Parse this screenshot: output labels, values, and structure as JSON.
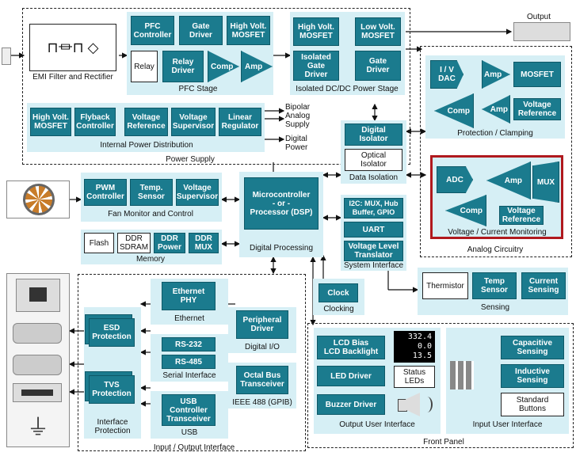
{
  "output_label": "Output",
  "emi": {
    "caption": "EMI Filter and Rectifier"
  },
  "pfc": {
    "controller": "PFC\nController",
    "gate_driver": "Gate\nDriver",
    "hv_mosfet": "High Volt.\nMOSFET",
    "relay": "Relay",
    "relay_driver": "Relay\nDriver",
    "comp": "Comp",
    "amp": "Amp",
    "caption": "PFC Stage"
  },
  "iso_dcdc": {
    "hv_mosfet": "High Volt.\nMOSFET",
    "lv_mosfet": "Low Volt.\nMOSFET",
    "iso_gate_driver": "Isolated\nGate\nDriver",
    "gate_driver": "Gate\nDriver",
    "caption": "Isolated DC/DC Power Stage"
  },
  "ipd": {
    "hv_mosfet": "High Volt.\nMOSFET",
    "flyback": "Flyback\nController",
    "vref": "Voltage\nReference",
    "vsup": "Voltage\nSupervisor",
    "linreg": "Linear\nRegulator",
    "caption": "Internal Power Distribution"
  },
  "power_supply_caption": "Power Supply",
  "bipolar_label": "Bipolar\nAnalog\nSupply",
  "digital_power_label": "Digital\nPower",
  "data_isolation": {
    "digital_isolator": "Digital\nIsolator",
    "optical_isolator": "Optical\nIsolator",
    "caption": "Data Isolation"
  },
  "protection": {
    "iv_dac": "I / V\nDAC",
    "amp": "Amp",
    "mosfet": "MOSFET",
    "comp": "Comp",
    "amp2": "Amp",
    "vref": "Voltage\nReference",
    "caption": "Protection / Clamping"
  },
  "monitoring": {
    "adc": "ADC",
    "amp": "Amp",
    "mux": "MUX",
    "comp": "Comp",
    "vref": "Voltage\nReference",
    "caption": "Voltage / Current Monitoring"
  },
  "analog_circuitry_caption": "Analog Circuitry",
  "fan": {
    "pwm": "PWM\nController",
    "temp": "Temp.\nSensor",
    "vsup": "Voltage\nSupervisor",
    "caption": "Fan Monitor and Control"
  },
  "memory": {
    "flash": "Flash",
    "ddr_sdram": "DDR\nSDRAM",
    "ddr_power": "DDR\nPower",
    "ddr_mux": "DDR\nMUX",
    "caption": "Memory"
  },
  "digital_processing": {
    "mcu": "Microcontroller\n- or -\nProcessor (DSP)",
    "caption": "Digital Processing"
  },
  "system_interface": {
    "i2c": "I2C: MUX, Hub\nBuffer, GPIO",
    "uart": "UART",
    "vlt": "Voltage Level\nTranslator",
    "caption": "System Interface"
  },
  "sensing": {
    "thermistor": "Thermistor",
    "temp": "Temp\nSensor",
    "current": "Current\nSensing",
    "caption": "Sensing"
  },
  "clocking": {
    "clock": "Clock",
    "caption": "Clocking"
  },
  "ethernet": {
    "phy": "Ethernet\nPHY",
    "caption": "Ethernet"
  },
  "digital_io": {
    "driver": "Peripheral\nDriver",
    "caption": "Digital I/O"
  },
  "serial": {
    "rs232": "RS-232",
    "rs485": "RS-485",
    "caption": "Serial Interface"
  },
  "gpib": {
    "transceiver": "Octal Bus\nTransceiver",
    "caption": "IEEE 488 (GPIB)"
  },
  "usb": {
    "controller": "USB\nController\nTransceiver",
    "caption": "USB"
  },
  "interface_protection": {
    "esd": "ESD\nProtection",
    "tvs": "TVS\nProtection",
    "caption": "Interface\nProtection"
  },
  "io_caption": "Input / Output Interface",
  "output_ui": {
    "lcd": "LCD Bias\nLCD Backlight",
    "led": "LED Driver",
    "status_leds": "Status\nLEDs",
    "buzzer": "Buzzer Driver",
    "caption": "Output User Interface",
    "display_lines": [
      "332.4",
      "0.0",
      "13.5"
    ]
  },
  "input_ui": {
    "cap": "Capacitive\nSensing",
    "ind": "Inductive\nSensing",
    "buttons": "Standard\nButtons",
    "caption": "Input User Interface"
  },
  "front_panel_caption": "Front Panel",
  "colors": {
    "block": "#1b7b8e",
    "panel": "#d6eff5",
    "highlight": "#b0191e"
  }
}
